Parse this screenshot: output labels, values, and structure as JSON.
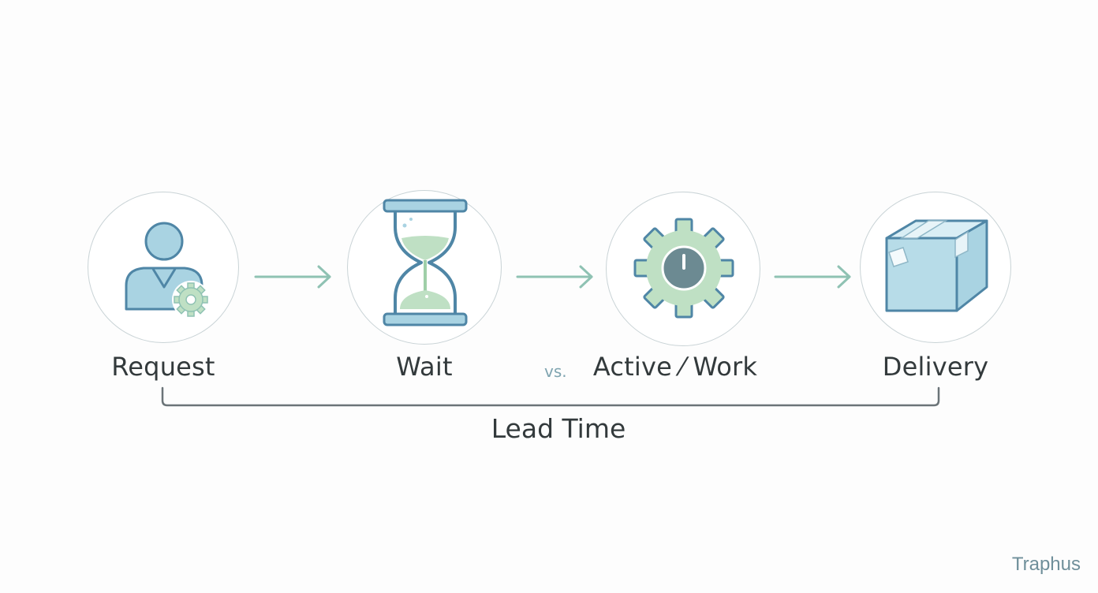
{
  "diagram": {
    "stages": [
      {
        "label": "Request",
        "icon": "person-with-gear-icon"
      },
      {
        "label": "Wait",
        "icon": "hourglass-icon"
      },
      {
        "label": "Active ⁄ Work",
        "icon": "gear-clock-icon"
      },
      {
        "label": "Delivery",
        "icon": "package-box-icon"
      }
    ],
    "comparison_label": "vs.",
    "span_label": "Lead Time",
    "watermark": "Traphus"
  },
  "colors": {
    "background": "#fdfdfd",
    "circle_border": "#c9d3d6",
    "icon_blue_fill": "#a9d3e2",
    "icon_blue_stroke": "#4f86a6",
    "icon_green_fill": "#bfe0c4",
    "icon_green_stroke": "#6aa38e",
    "arrow": "#8fc2b3",
    "bracket": "#6b7478",
    "text": "#333a3c",
    "vs_text": "#7fa4b0"
  }
}
